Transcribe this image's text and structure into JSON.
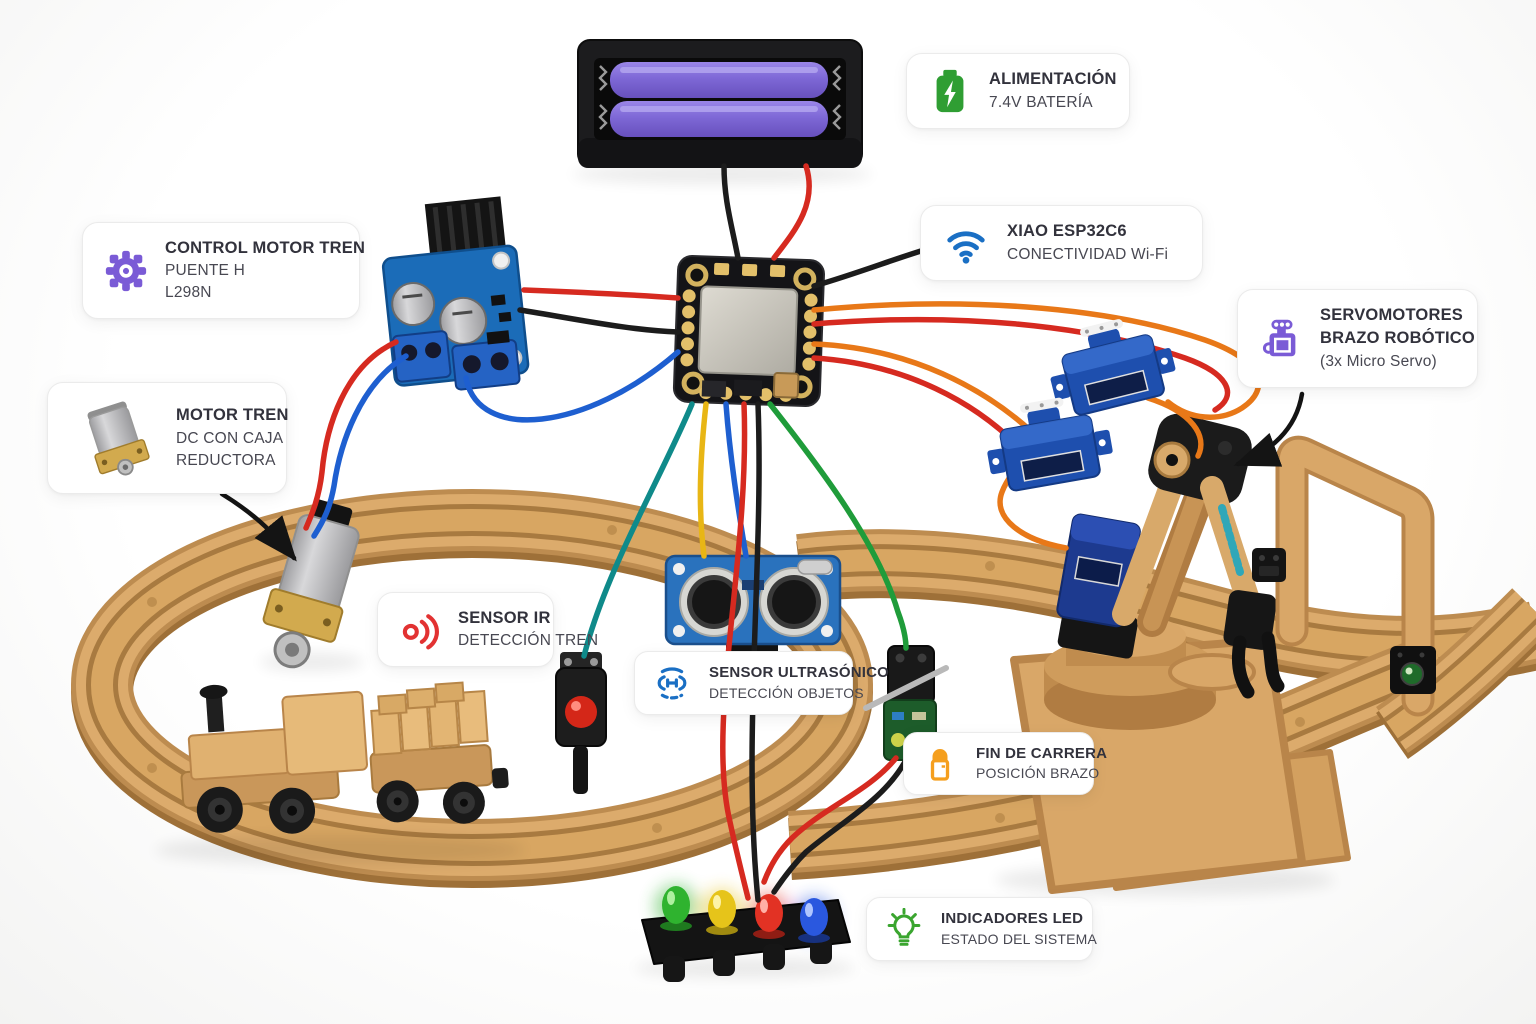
{
  "cards": {
    "power": {
      "icon": "battery-charging-icon",
      "color": "#2f9e33",
      "title": "ALIMENTACIÓN",
      "sub1": "7.4V BATERÍA"
    },
    "wifi": {
      "icon": "wifi-icon",
      "color": "#1a6fc4",
      "title": "XIAO ESP32C6",
      "sub1": "CONECTIVIDAD Wi-Fi"
    },
    "servos": {
      "icon": "servo-icon",
      "color": "#7a5bd6",
      "title": "SERVOMOTORES",
      "title2": "BRAZO ROBÓTICO",
      "sub1": "(3x Micro Servo)"
    },
    "hbridge": {
      "icon": "gear-icon",
      "color": "#7a5bd6",
      "title": "CONTROL MOTOR TREN",
      "sub1": "PUENTE H",
      "sub2": "L298N"
    },
    "motor": {
      "icon": "dc-motor-photo",
      "title": "MOTOR TREN",
      "sub1": "DC CON CAJA",
      "sub2": "REDUCTORA"
    },
    "ir": {
      "icon": "ir-waves-icon",
      "color": "#e23232",
      "title": "SENSOR IR",
      "sub1": "DETECCIÓN TREN"
    },
    "ultrasonic": {
      "icon": "ultrasonic-icon",
      "color": "#1a6fc4",
      "title": "SENSOR ULTRASÓNICO",
      "sub1": "DETECCIÓN OBJETOS"
    },
    "limit": {
      "icon": "limit-switch-icon",
      "color": "#f59f1e",
      "title": "FIN DE CARRERA",
      "sub1": "POSICIÓN BRAZO"
    },
    "led": {
      "icon": "bulb-icon",
      "color": "#3aa52f",
      "title": "INDICADORES LED",
      "sub1": "ESTADO DEL SISTEMA"
    }
  },
  "scene": {
    "wood_color": "#dcab6c",
    "wood_edge_color": "#bd8c50",
    "battery_cell_color": "#7e68d6",
    "led_colors": {
      "green": "#2fb32f",
      "yellow": "#e6c41a",
      "red": "#e23224",
      "blue": "#2a58df"
    },
    "wire_colors": {
      "red": "#d62a20",
      "black": "#1c1c1c",
      "blue": "#1e5fd0",
      "yellow": "#e8b615",
      "orange": "#e87818",
      "green": "#1f9c3a",
      "teal": "#0f8a8a"
    }
  }
}
